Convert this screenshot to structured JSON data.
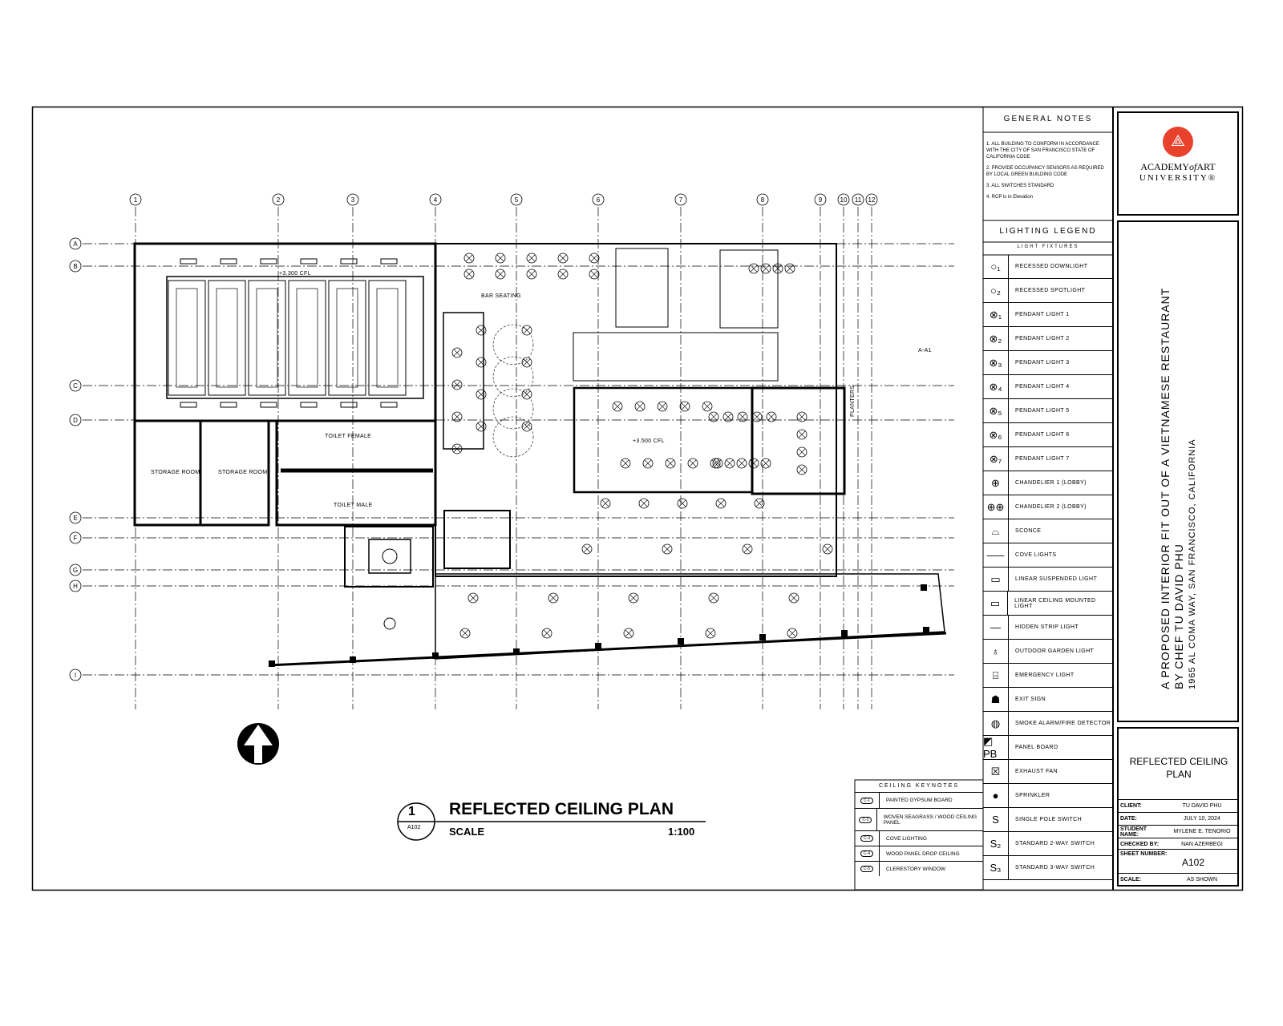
{
  "general_notes": {
    "title": "GENERAL NOTES",
    "items": [
      "1. ALL BUILDING TO CONFORM IN ACCORDANCE WITH THE CITY OF SAN FRANCISCO STATE OF CALIFORNIA CODE",
      "2. PROVIDE OCCUPANCY SENSORS AS REQUIRED BY LOCAL GREEN BUILDING CODE",
      "3. ALL SWITCHES STANDARD",
      "4. RCP is in Elevation"
    ]
  },
  "lighting_legend": {
    "title": "LIGHTING LEGEND",
    "subtitle": "LIGHT FIXTURES",
    "items": [
      {
        "sym": "○₁",
        "label": "RECESSED DOWNLIGHT"
      },
      {
        "sym": "○₂",
        "label": "RECESSED SPOTLIGHT"
      },
      {
        "sym": "⊗₁",
        "label": "PENDANT LIGHT 1"
      },
      {
        "sym": "⊗₂",
        "label": "PENDANT LIGHT 2"
      },
      {
        "sym": "⊗₃",
        "label": "PENDANT LIGHT 3"
      },
      {
        "sym": "⊗₄",
        "label": "PENDANT LIGHT 4"
      },
      {
        "sym": "⊗₅",
        "label": "PENDANT LIGHT 5"
      },
      {
        "sym": "⊗₆",
        "label": "PENDANT LIGHT 6"
      },
      {
        "sym": "⊗₇",
        "label": "PENDANT LIGHT 7"
      },
      {
        "sym": "⊕",
        "label": "CHANDELIER 1 (LOBBY)"
      },
      {
        "sym": "⊕⊕",
        "label": "CHANDELIER 2 (LOBBY)"
      },
      {
        "sym": "⌓",
        "label": "SCONCE"
      },
      {
        "sym": "‒‒‒",
        "label": "COVE LIGHTS"
      },
      {
        "sym": "▭",
        "label": "LINEAR SUSPENDED LIGHT"
      },
      {
        "sym": "▭",
        "label": "LINEAR CEILING MOUNTED LIGHT"
      },
      {
        "sym": "—",
        "label": "HIDDEN STRIP LIGHT"
      },
      {
        "sym": "♁",
        "label": "OUTDOOR GARDEN LIGHT"
      },
      {
        "sym": "⌸",
        "label": "EMERGENCY LIGHT"
      },
      {
        "sym": "☗",
        "label": "EXIT SIGN"
      },
      {
        "sym": "◍",
        "label": "SMOKE ALARM/FIRE DETECTOR"
      },
      {
        "sym": "◩ PB",
        "label": "PANEL BOARD"
      },
      {
        "sym": "☒",
        "label": "EXHAUST FAN"
      },
      {
        "sym": "●",
        "label": "SPRINKLER"
      },
      {
        "sym": "S",
        "label": "SINGLE POLE SWITCH"
      },
      {
        "sym": "S₂",
        "label": "STANDARD 2-WAY SWITCH"
      },
      {
        "sym": "S₃",
        "label": "STANDARD 3-WAY SWITCH"
      }
    ]
  },
  "keynotes": {
    "title": "CEILING KEYNOTES",
    "items": [
      {
        "tag": "C-1",
        "label": "PAINTED GYPSUM BOARD"
      },
      {
        "tag": "C-2",
        "label": "WOVEN SEAGRASS / WOOD CEILING PANEL"
      },
      {
        "tag": "C-3",
        "label": "COVE LIGHTING"
      },
      {
        "tag": "C-4",
        "label": "WOOD PANEL DROP CEILING"
      },
      {
        "tag": "C-5",
        "label": "CLERESTORY WINDOW"
      }
    ]
  },
  "title_block": {
    "logo_line1": "ACADEMY",
    "logo_of": "of",
    "logo_art": "ART",
    "logo_line2": "UNIVERSITY®",
    "project_title": "A PROPOSED INTERIOR FIT OUT OF A VIETNAMESE RESTAURANT",
    "project_by": "BY CHEF TU DAVID PHU",
    "address": "1965 AL COMA WAY, SAN FRANCISCO, CALIFORNIA",
    "sheet_title": "REFLECTED CEILING PLAN",
    "rows": [
      {
        "k": "CLIENT:",
        "v": "TU DAVID PHU"
      },
      {
        "k": "DATE:",
        "v": "JULY 10, 2024"
      },
      {
        "k": "STUDENT NAME:",
        "v": "MYLENE E. TENORIO"
      },
      {
        "k": "CHECKED BY:",
        "v": "NAN AZERBEGI"
      }
    ],
    "sheet_number_label": "SHEET NUMBER:",
    "sheet_number": "A102",
    "scale_label": "SCALE:",
    "scale": "AS SHOWN"
  },
  "drawing": {
    "number": "1",
    "sheet_ref": "A102",
    "title": "REFLECTED CEILING PLAN",
    "scale_label": "SCALE",
    "scale": "1:100"
  },
  "grid": {
    "columns": [
      "1",
      "2",
      "3",
      "4",
      "5",
      "6",
      "7",
      "8",
      "9",
      "10",
      "11",
      "12"
    ],
    "rows": [
      "A",
      "B",
      "C",
      "D",
      "E",
      "F",
      "G",
      "H",
      "I"
    ]
  },
  "rooms": {
    "storage1": "STORAGE ROOM",
    "storage2": "STORAGE ROOM",
    "toilet_f": "TOILET FEMALE",
    "toilet_m": "TOILET MALE",
    "bar": "BAR SEATING",
    "planters": "PLANTERS",
    "elev": "+3.300 CFL",
    "elev2": "+3.500 CFL",
    "sec": "A-A1"
  }
}
